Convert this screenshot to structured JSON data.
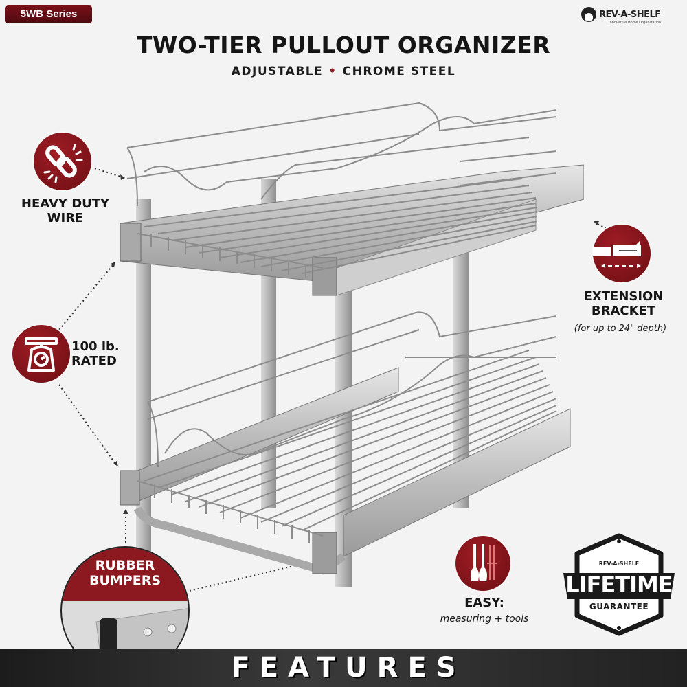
{
  "header": {
    "series_badge": "5WB Series",
    "brand": {
      "name": "REV-A-SHELF",
      "tagline": "Innovative Home Organization"
    },
    "title": "TWO-TIER PULLOUT ORGANIZER",
    "subtitle_left": "ADJUSTABLE",
    "subtitle_separator": "•",
    "subtitle_right": "CHROME STEEL"
  },
  "features": [
    {
      "id": "heavy-duty-wire",
      "icon": "chain-link-icon",
      "label_line1": "HEAVY DUTY",
      "label_line2": "WIRE"
    },
    {
      "id": "weight-rating",
      "icon": "scale-icon",
      "label_line1": "100 lb.",
      "label_line2": "RATED"
    },
    {
      "id": "extension-bracket",
      "icon": "bracket-extension-icon",
      "label_line1": "EXTENSION",
      "label_line2": "BRACKET",
      "note": "(for up to 24\" depth)"
    },
    {
      "id": "rubber-bumpers",
      "icon": "bumper-closeup",
      "label_line1": "RUBBER",
      "label_line2": "BUMPERS"
    },
    {
      "id": "easy-install",
      "icon": "tools-icon",
      "label_line1": "EASY:",
      "note": "measuring + tools"
    }
  ],
  "guarantee": {
    "brand": "REV-A-SHELF",
    "headline": "LIFETIME",
    "subline": "GUARANTEE"
  },
  "footer": {
    "label": "FEATURES"
  },
  "colors": {
    "accent_red": "#8b1a1f",
    "text_dark": "#151515",
    "background": "#f3f3f3",
    "footer_bg": "#2a2a2a"
  }
}
